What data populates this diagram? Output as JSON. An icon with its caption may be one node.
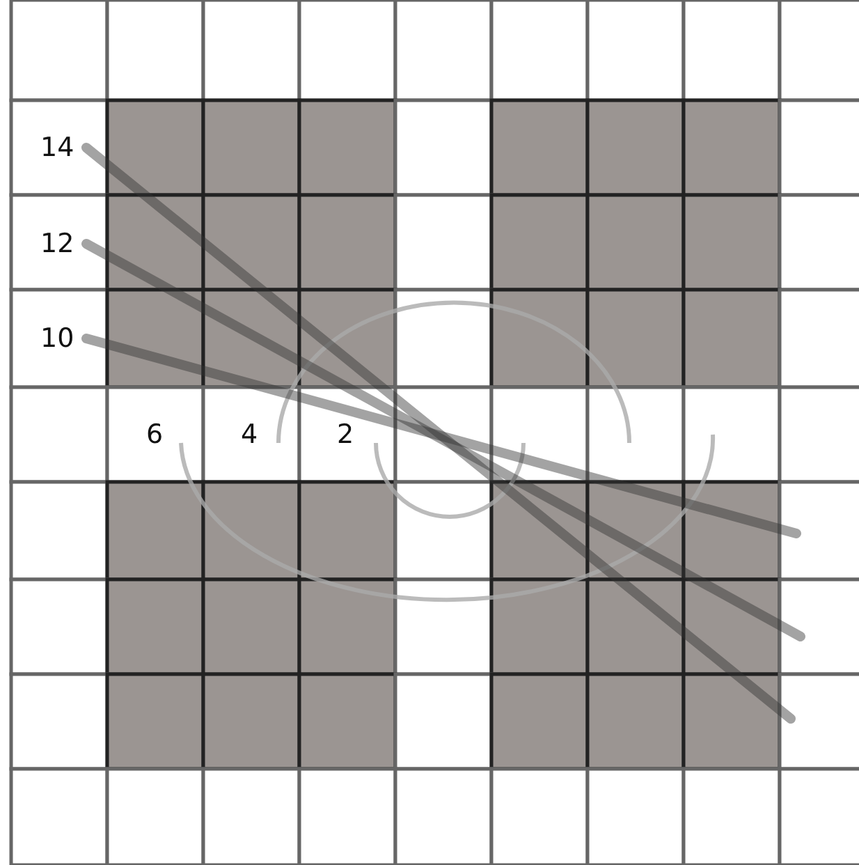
{
  "diagram": {
    "labels": [
      "14",
      "12",
      "10",
      "6",
      "4",
      "2"
    ]
  }
}
